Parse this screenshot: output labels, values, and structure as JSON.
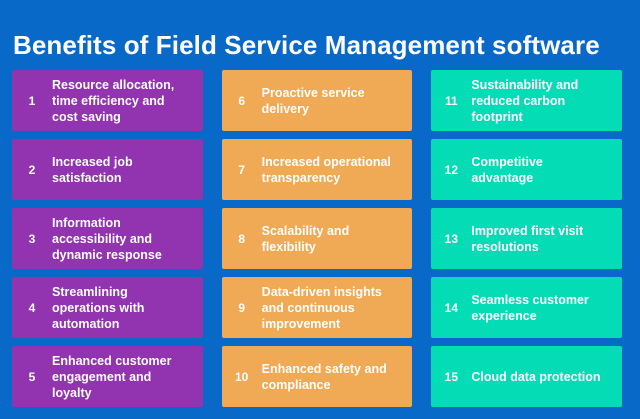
{
  "title": "Benefits of Field Service Management software",
  "colors": {
    "background": "#0969C8",
    "card_purple": "#9233AF",
    "card_orange": "#F0A955",
    "card_teal": "#04DCB5",
    "text": "#FFFFFF"
  },
  "columns": [
    {
      "color": "#9233AF",
      "items": [
        {
          "number": "1",
          "label": "Resource allocation, time efficiency and cost saving"
        },
        {
          "number": "2",
          "label": "Increased job satisfaction"
        },
        {
          "number": "3",
          "label": "Information accessibility and dynamic response"
        },
        {
          "number": "4",
          "label": "Streamlining operations with automation"
        },
        {
          "number": "5",
          "label": "Enhanced customer engagement and loyalty"
        }
      ]
    },
    {
      "color": "#F0A955",
      "items": [
        {
          "number": "6",
          "label": "Proactive service delivery"
        },
        {
          "number": "7",
          "label": "Increased operational transparency"
        },
        {
          "number": "8",
          "label": "Scalability and flexibility"
        },
        {
          "number": "9",
          "label": "Data-driven insights and continuous improvement"
        },
        {
          "number": "10",
          "label": "Enhanced safety and compliance"
        }
      ]
    },
    {
      "color": "#04DCB5",
      "items": [
        {
          "number": "11",
          "label": "Sustainability and reduced carbon footprint"
        },
        {
          "number": "12",
          "label": "Competitive advantage"
        },
        {
          "number": "13",
          "label": "Improved first visit resolutions"
        },
        {
          "number": "14",
          "label": "Seamless customer experience"
        },
        {
          "number": "15",
          "label": "Cloud data protection"
        }
      ]
    }
  ]
}
